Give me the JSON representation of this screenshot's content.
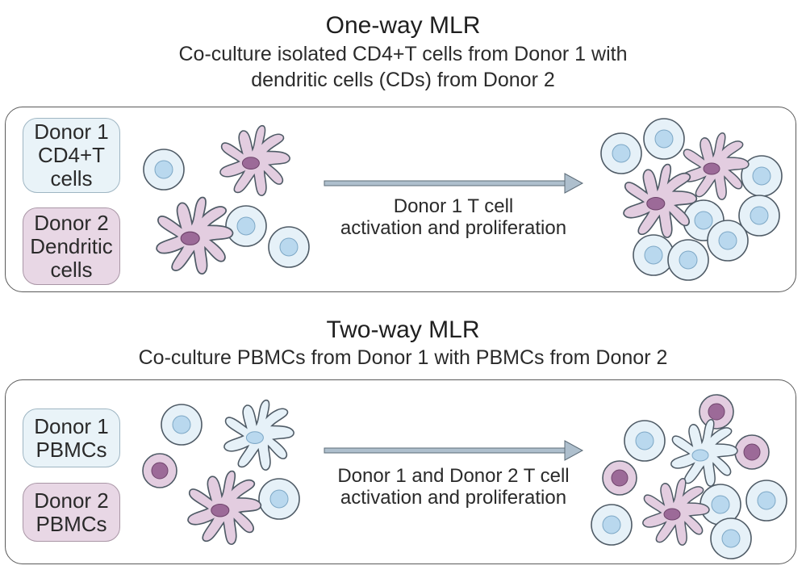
{
  "one_way": {
    "title": "One-way MLR",
    "subtitle_line1": "Co-culture isolated CD4+T cells from Donor 1 with",
    "subtitle_line2": "dendritic cells (CDs) from Donor 2",
    "donor1_label": "Donor 1\nCD4+T\ncells",
    "donor2_label": "Donor 2\nDendritic\ncells",
    "arrow_caption": "Donor 1 T cell\nactivation and proliferation"
  },
  "two_way": {
    "title": "Two-way MLR",
    "subtitle": "Co-culture PBMCs from Donor 1 with PBMCs from Donor 2",
    "donor1_label": "Donor 1\nPBMCs",
    "donor2_label": "Donor 2\nPBMCs",
    "arrow_caption": "Donor 1 and Donor 2 T cell\nactivation and proliferation"
  },
  "colors": {
    "t_cell_fill": "#e6f1f8",
    "t_cell_nucleus": "#b9d8ee",
    "dendritic_fill": "#e3cde0",
    "dendritic_nucleus": "#9c6a98",
    "arrow": "#aebfcd"
  }
}
